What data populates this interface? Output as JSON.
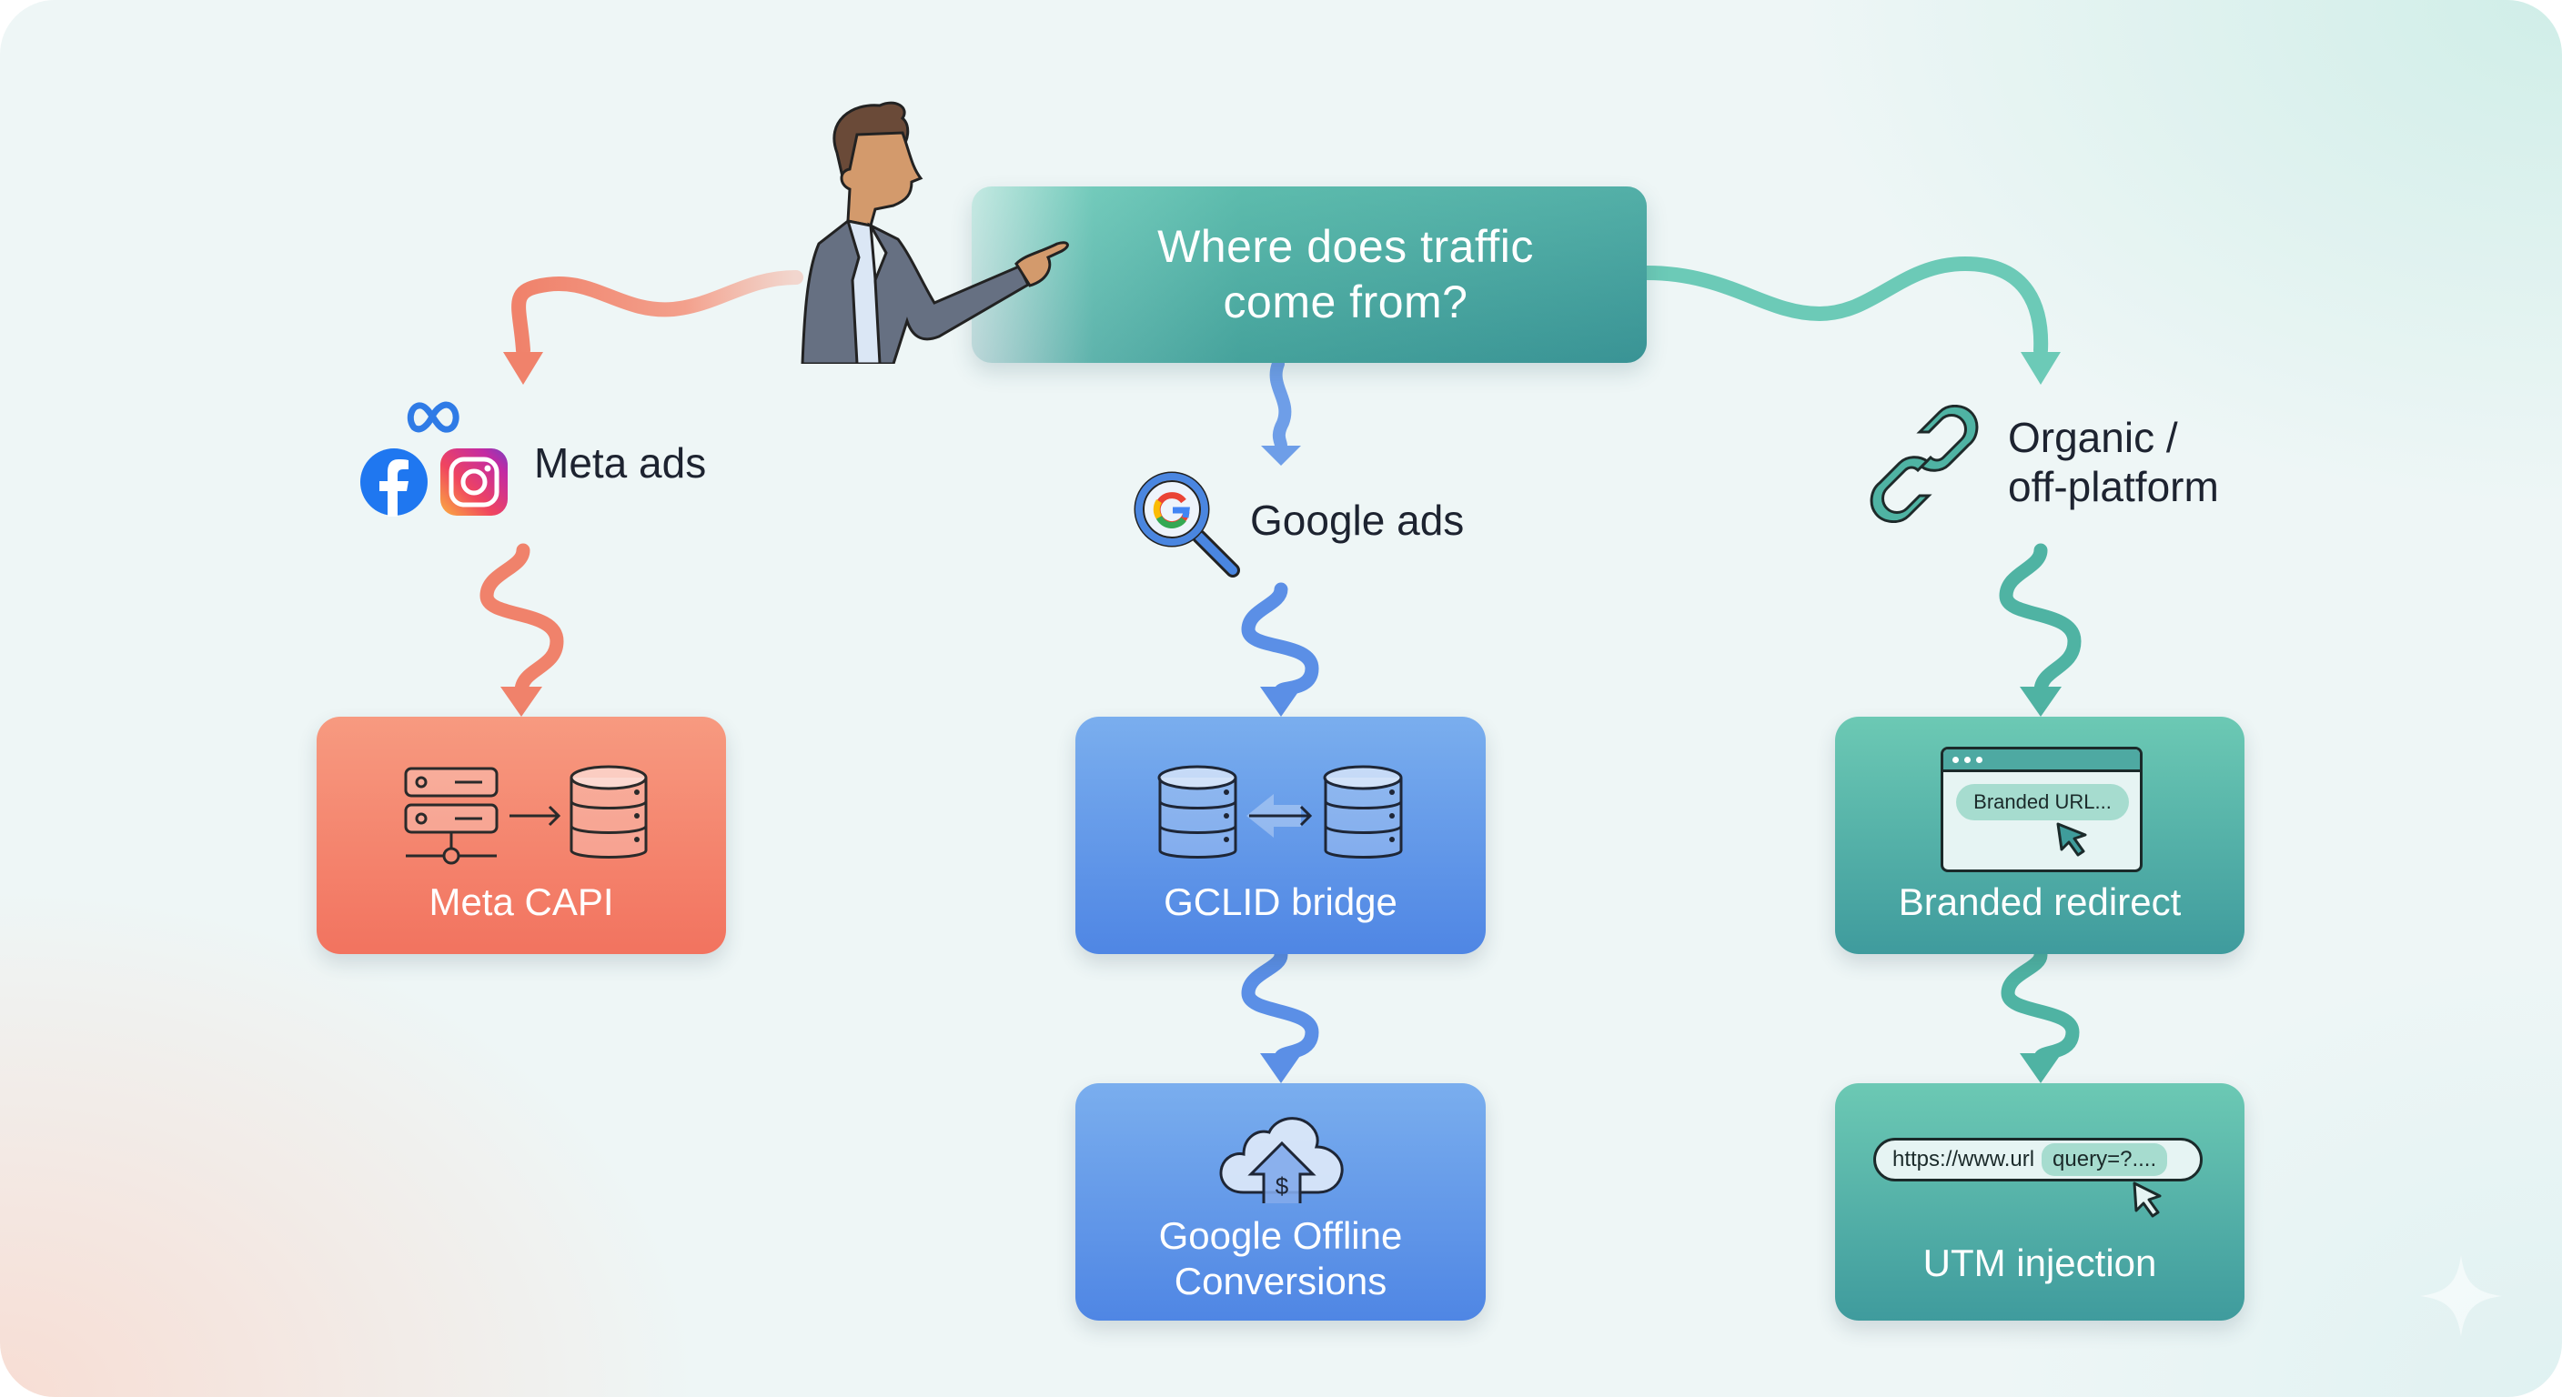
{
  "title": {
    "line1": "Where does traffic",
    "line2": "come from?"
  },
  "sources": [
    {
      "id": "meta",
      "label": "Meta ads",
      "icons": [
        "meta-infinity-icon",
        "facebook-icon",
        "instagram-icon"
      ],
      "color": "#f2806a"
    },
    {
      "id": "google",
      "label": "Google ads",
      "icons": [
        "google-search-icon"
      ],
      "color": "#5b8fe6"
    },
    {
      "id": "organic",
      "label_line1": "Organic /",
      "label_line2": "off-platform",
      "icons": [
        "link-chain-icon"
      ],
      "color": "#4fb3a3"
    }
  ],
  "boxes": {
    "meta_capi": {
      "label": "Meta CAPI",
      "icon": "server-to-database-icon"
    },
    "gclid_bridge": {
      "label": "GCLID bridge",
      "icon": "database-sync-icon"
    },
    "google_offline": {
      "label_line1": "Google Offline",
      "label_line2": "Conversions",
      "icon": "cloud-upload-dollar-icon"
    },
    "branded_redirect": {
      "label": "Branded redirect",
      "icon": "browser-window-icon",
      "mock_button": "Branded URL..."
    },
    "utm_injection": {
      "label": "UTM injection",
      "icon": "url-bar-icon",
      "url_text": "https://www.url",
      "query_text": "query=?...."
    }
  },
  "colors": {
    "meta_accent": "#f2735f",
    "google_accent": "#4f86e4",
    "teal_accent": "#3f9c9b",
    "text_dark": "#1d2330"
  }
}
